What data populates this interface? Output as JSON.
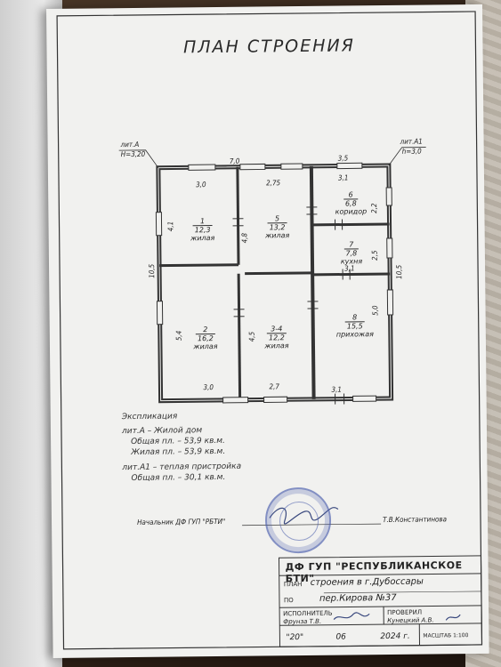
{
  "title": "ПЛАН СТРОЕНИЯ",
  "lit_a": {
    "name": "лит.А",
    "height": "H=3,20"
  },
  "lit_a1": {
    "name": "лит.А1",
    "height": "h=3,0"
  },
  "dims": {
    "top_a": "7,0",
    "top_a1": "3,5",
    "left": "10,5",
    "right": "10,5",
    "r1_w": "3,0",
    "r1_h": "4,1",
    "r5_w": "2,75",
    "r5_h": "4,8",
    "r6_w": "3,1",
    "r6_h": "2,2",
    "r7_h": "2,5",
    "r7_w": "3,1",
    "r2_h": "5,4",
    "r2_w": "3,0",
    "r34_h": "4,5",
    "r34_w": "2,7",
    "r8_h": "5,0",
    "r8_w": "3,1"
  },
  "rooms": [
    {
      "num": "1",
      "area": "12,3",
      "name": "жилая"
    },
    {
      "num": "5",
      "area": "13,2",
      "name": "жилая"
    },
    {
      "num": "6",
      "area": "6,8",
      "name": "коридор"
    },
    {
      "num": "7",
      "area": "7,8",
      "name": "кухня"
    },
    {
      "num": "2",
      "area": "16,2",
      "name": "жилая"
    },
    {
      "num": "3-4",
      "area": "12,2",
      "name": "жилая"
    },
    {
      "num": "8",
      "area": "15,5",
      "name": "прихожая"
    }
  ],
  "explication": {
    "heading": "Экспликация",
    "a_title": "лит.А – Жилой дом",
    "a_total": "Общая пл. – 53,9 кв.м.",
    "a_living": "Жилая пл. – 53,9 кв.м.",
    "a1_title": "лит.А1 – теплая пристройка",
    "a1_total": "Общая пл. – 30,1 кв.м."
  },
  "signature_line": {
    "role": "Начальник ДФ ГУП \"РБТИ\"",
    "name": "Т.В.Константинова"
  },
  "title_block": {
    "org": "ДФ ГУП \"РЕСПУБЛИКАНСКОЕ БТИ\"",
    "plan_label": "ПЛАН",
    "plan_value": "строения в г.Дубоссары",
    "po_label": "ПО",
    "po_value": "пер.Кирова №37",
    "executor_label": "ИСПОЛНИТЕЛЬ",
    "executor_name": "Фрунза Т.В.",
    "checked_label": "ПРОВЕРИЛ",
    "checked_name": "Кунецкий А.В.",
    "day": "\"20\"",
    "month": "06",
    "year": "2024 г.",
    "scale_label": "МАСШТАБ 1:100"
  },
  "colors": {
    "paper": "#f1f1ef",
    "ink": "#222222",
    "stamp": "#4a5aaa"
  }
}
